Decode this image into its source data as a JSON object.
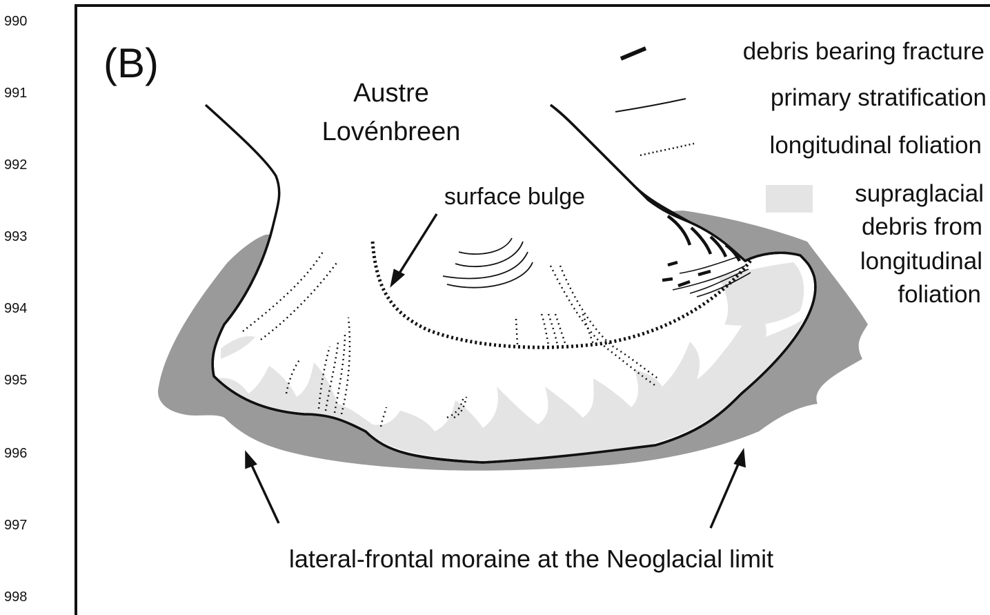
{
  "line_numbers": [
    "990",
    "991",
    "992",
    "993",
    "994",
    "995",
    "996",
    "997",
    "998"
  ],
  "panel_label": "(B)",
  "glacier_name": [
    "Austre",
    "Lovénbreen"
  ],
  "labels": {
    "surface_bulge": "surface bulge",
    "moraine": "lateral-frontal moraine at the Neoglacial limit"
  },
  "legend": [
    {
      "key": "debris_fracture",
      "text": [
        "debris bearing fracture"
      ]
    },
    {
      "key": "primary_strat",
      "text": [
        "primary stratification"
      ]
    },
    {
      "key": "long_foliation",
      "text": [
        "longitudinal foliation"
      ]
    },
    {
      "key": "supraglacial",
      "text": [
        "supraglacial",
        "debris from",
        "longitudinal",
        "foliation"
      ]
    }
  ],
  "colors": {
    "moraine": "#9a9a9a",
    "debris": "#e4e4e4",
    "ice": "#ffffff",
    "ink": "#111111"
  }
}
